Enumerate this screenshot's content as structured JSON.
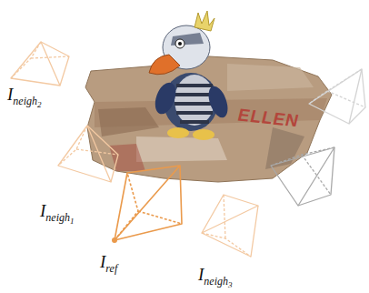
{
  "diagram": {
    "labels": [
      "I",
      "neigh",
      "2",
      "I",
      "neigh",
      "1",
      "I",
      "ref",
      "I",
      "neigh",
      "3",
      "ELLEN"
    ]
  }
}
